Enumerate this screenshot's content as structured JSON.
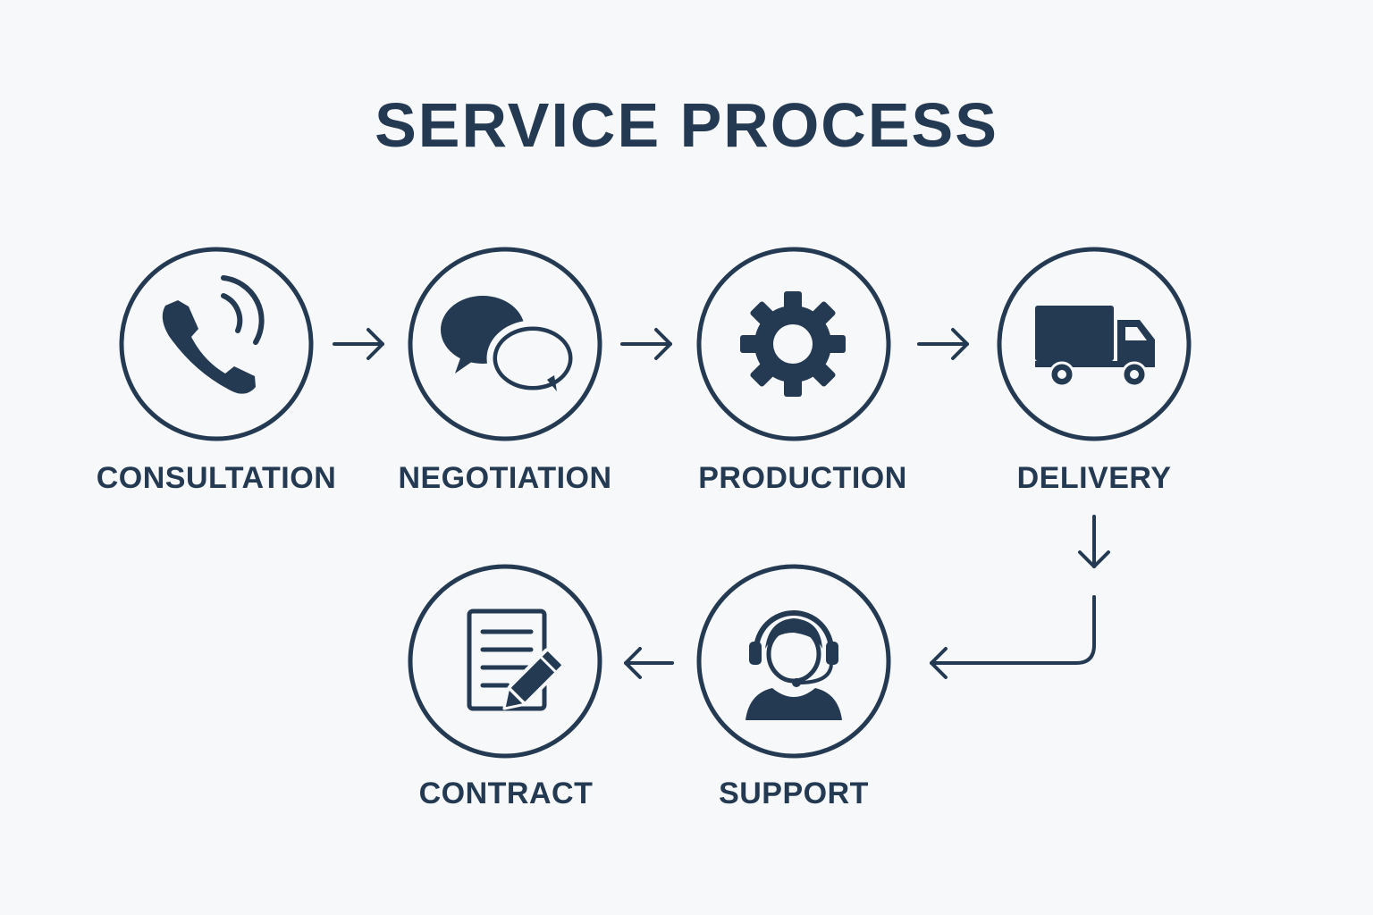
{
  "title": "SERVICE PROCESS",
  "colors": {
    "ink": "#243a52",
    "background": "#f7f8f9"
  },
  "steps": [
    {
      "label": "CONSULTATION",
      "icon": "phone-icon"
    },
    {
      "label": "NEGOTIATION",
      "icon": "chat-bubbles-icon"
    },
    {
      "label": "PRODUCTION",
      "icon": "gear-icon"
    },
    {
      "label": "DELIVERY",
      "icon": "truck-icon"
    },
    {
      "label": "SUPPORT",
      "icon": "headset-agent-icon"
    },
    {
      "label": "CONTRACT",
      "icon": "document-pen-icon"
    }
  ]
}
